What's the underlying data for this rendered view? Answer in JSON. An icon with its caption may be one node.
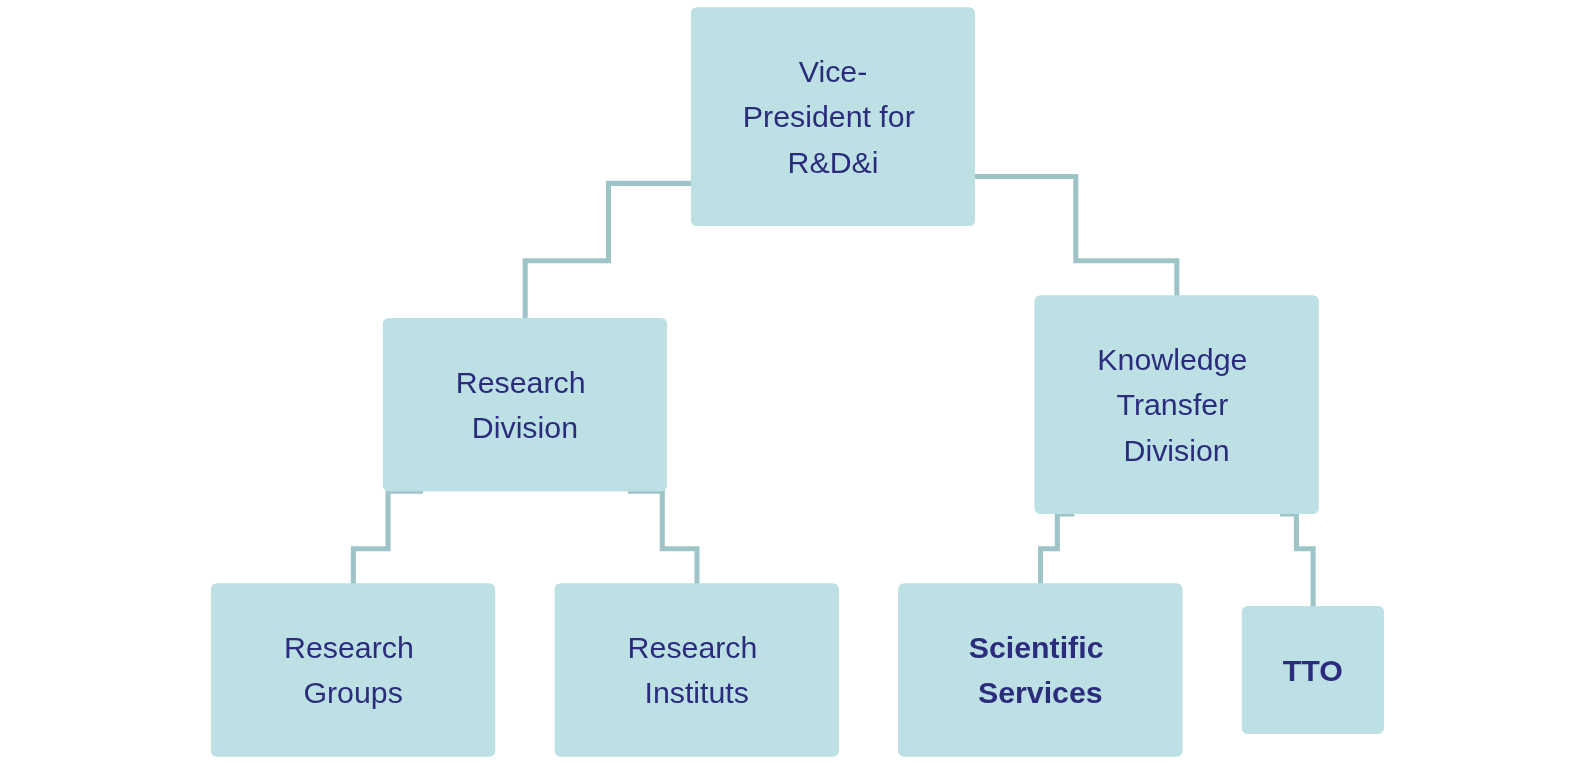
{
  "diagram": {
    "nodes": [
      {
        "text": [
          "Vice-President for R&D&i"
        ]
      },
      {
        "text": [
          "Research Division"
        ]
      },
      {
        "text": [
          "Knowledge Transfer Division"
        ]
      },
      {
        "text": [
          "Research Groups"
        ]
      },
      {
        "text": [
          "Research Instituts"
        ]
      },
      {
        "text": [
          "Scientific Services"
        ]
      },
      {
        "text": [
          "TTO"
        ]
      }
    ],
    "edges": [
      {
        "from": 0,
        "to": 1,
        "arrow": "none"
      },
      {
        "from": 0,
        "to": 2,
        "arrow": "none"
      },
      {
        "from": 1,
        "to": 3,
        "arrow": "none"
      },
      {
        "from": 1,
        "to": 4,
        "arrow": "none"
      },
      {
        "from": 2,
        "to": 5,
        "arrow": "none"
      },
      {
        "from": 2,
        "to": 6,
        "arrow": "none"
      }
    ]
  }
}
